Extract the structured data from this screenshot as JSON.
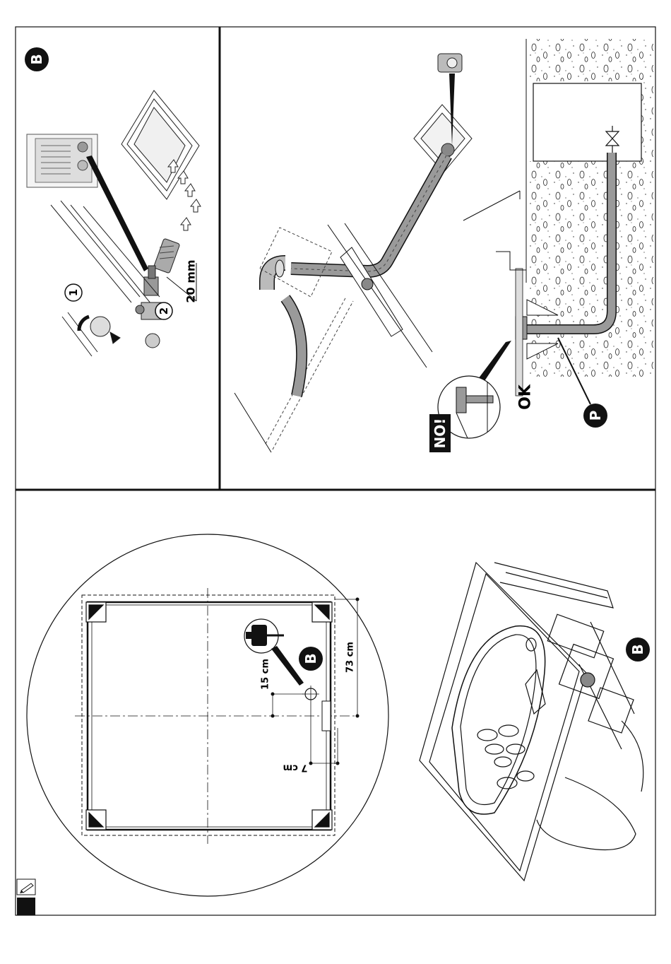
{
  "panels": {
    "top_left": {
      "badge": "B",
      "step_1": "1",
      "step_2": "2",
      "dimension": "20 mm"
    },
    "top_right": {
      "label_ok": "OK",
      "label_no": "NO!",
      "badge_p": "P"
    },
    "bottom": {
      "badge": "B",
      "dim_73": "73 cm",
      "dim_15": "15 cm",
      "dim_7": "7 cm"
    }
  },
  "colors": {
    "line": "#111111",
    "pipe_fill": "#9a9a9a",
    "badge_fill": "#111111",
    "badge_text": "#ffffff"
  },
  "icons": {
    "tool": "pencil-icon"
  }
}
